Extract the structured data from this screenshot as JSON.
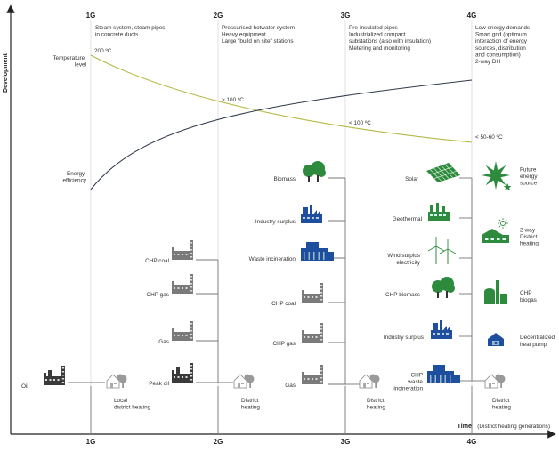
{
  "axes": {
    "y_title": "Development",
    "x_title": "Time",
    "x_title_suffix": "(District heating generations)"
  },
  "generations": [
    {
      "top": "1G",
      "bottom": "1G",
      "desc": [
        "Steam system, steam pipes",
        "in concrete ducts"
      ]
    },
    {
      "top": "2G",
      "bottom": "2G",
      "desc": [
        "Pressurised hotwater system",
        "Heavy equipment",
        "Large \"build on site\" stations"
      ]
    },
    {
      "top": "3G",
      "bottom": "3G",
      "desc": [
        "Pre-insulated pipes",
        "Industrialized compact",
        "substations (also with insulation)",
        "Metering and monitoring"
      ]
    },
    {
      "top": "4G",
      "bottom": "4G",
      "desc": [
        "Low energy demands",
        "Smart grid (optimum",
        "interaction of energy",
        "sources, distribution",
        "and consumption)",
        "2-way DH"
      ]
    }
  ],
  "curves": {
    "temperature_label": [
      "Temperature",
      "level"
    ],
    "efficiency_label": [
      "Energy",
      "efficiency"
    ],
    "temps": [
      "200 ºC",
      "> 100 ºC",
      "< 100 ºC",
      "< 50-60 ºC"
    ],
    "temperature_color": "#b5b842",
    "efficiency_color": "#2f3a4a"
  },
  "sources": {
    "g1": [
      {
        "label": "Oil",
        "icon": "industrial-plant-icon",
        "color": "#3a3a3a"
      }
    ],
    "g2": [
      {
        "label": "CHP coal",
        "icon": "chp-plant-icon",
        "color": "#7a7a7a"
      },
      {
        "label": "CHP gas",
        "icon": "chp-plant-icon",
        "color": "#7a7a7a"
      },
      {
        "label": "Gas",
        "icon": "chp-plant-icon",
        "color": "#7a7a7a"
      },
      {
        "label": "Peak oil",
        "icon": "industrial-plant-icon",
        "color": "#3a3a3a"
      }
    ],
    "g3": [
      {
        "label": "Biomass",
        "icon": "trees-icon",
        "color": "#2e8b3d"
      },
      {
        "label": "Industry surplus",
        "icon": "factory-icon",
        "color": "#1e4e9e"
      },
      {
        "label": "Waste incineration",
        "icon": "incineration-plant-icon",
        "color": "#1e4e9e"
      },
      {
        "label": "CHP coal",
        "icon": "chp-plant-icon",
        "color": "#7a7a7a"
      },
      {
        "label": "CHP gas",
        "icon": "chp-plant-icon",
        "color": "#7a7a7a"
      },
      {
        "label": "Gas",
        "icon": "chp-plant-icon",
        "color": "#7a7a7a"
      }
    ],
    "g4": [
      {
        "label": "Solar",
        "icon": "solar-panel-icon",
        "color": "#2e8b3d"
      },
      {
        "label": "Geothermal",
        "icon": "geothermal-icon",
        "color": "#2e8b3d"
      },
      {
        "label": "Wind surplus electricity",
        "lines": [
          "Wind surplus",
          "electricity"
        ],
        "icon": "wind-turbine-icon",
        "color": "#2e8b3d"
      },
      {
        "label": "CHP biomass",
        "icon": "trees-icon",
        "color": "#2e8b3d"
      },
      {
        "label": "Industry surplus",
        "icon": "factory-icon",
        "color": "#1e4e9e"
      },
      {
        "label": "CHP waste incineration",
        "lines": [
          "CHP",
          "waste",
          "incineration"
        ],
        "icon": "incineration-plant-icon",
        "color": "#1e4e9e"
      }
    ],
    "future": [
      {
        "label": "Future energy source",
        "lines": [
          "Future",
          "energy",
          "source"
        ],
        "icon": "star-burst-icon",
        "color": "#2e8b3d"
      },
      {
        "label": "2-way District heating",
        "lines": [
          "2-way",
          "District",
          "heating"
        ],
        "icon": "two-way-house-icon",
        "color": "#2e8b3d"
      },
      {
        "label": "CHP biogas",
        "lines": [
          "CHP",
          "biogas"
        ],
        "icon": "biogas-plant-icon",
        "color": "#2e8b3d"
      },
      {
        "label": "Decentralized heat pump",
        "lines": [
          "Decentralized",
          "heat pump"
        ],
        "icon": "heat-pump-icon",
        "color": "#1e4e9e"
      }
    ]
  },
  "district": [
    {
      "lines": [
        "Local",
        "district heating"
      ]
    },
    {
      "lines": [
        "District",
        "heating"
      ]
    },
    {
      "lines": [
        "District",
        "heating"
      ]
    },
    {
      "lines": [
        "District",
        "heating"
      ]
    }
  ]
}
